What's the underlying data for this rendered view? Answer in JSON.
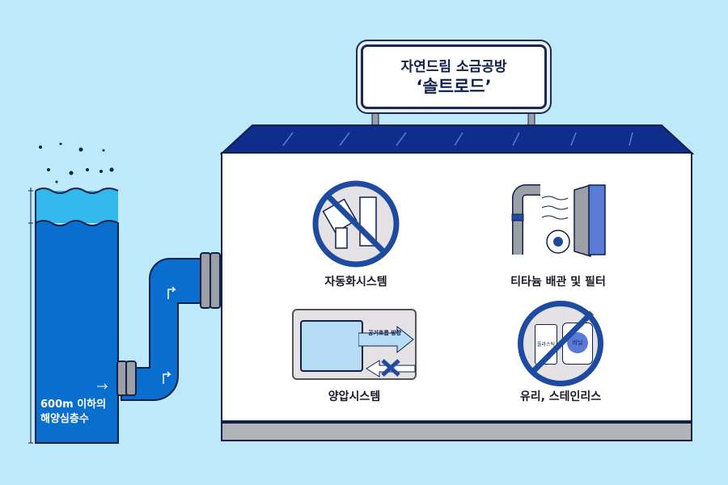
{
  "sign": {
    "line1": "자연드림 소금공방",
    "line2": "‘솔트로드’"
  },
  "water": {
    "line1": "600m 이하의",
    "line2": "해양심층수"
  },
  "features": [
    {
      "label": "자동화시스템",
      "icon": "no-manual-labor-icon"
    },
    {
      "label": "티타늄 배관 및 필터",
      "icon": "titanium-pipe-filter-icon"
    },
    {
      "label": "양압시스템",
      "icon": "positive-pressure-icon",
      "airflow_text": "공기흐름 방향"
    },
    {
      "label": "유리, 스테인리스",
      "icon": "no-plastic-icon",
      "items": [
        "플라스틱",
        "비닐"
      ]
    }
  ],
  "colors": {
    "navy": "#0f2d8a",
    "blue": "#0a6ecf",
    "sky": "#bde9fb"
  }
}
